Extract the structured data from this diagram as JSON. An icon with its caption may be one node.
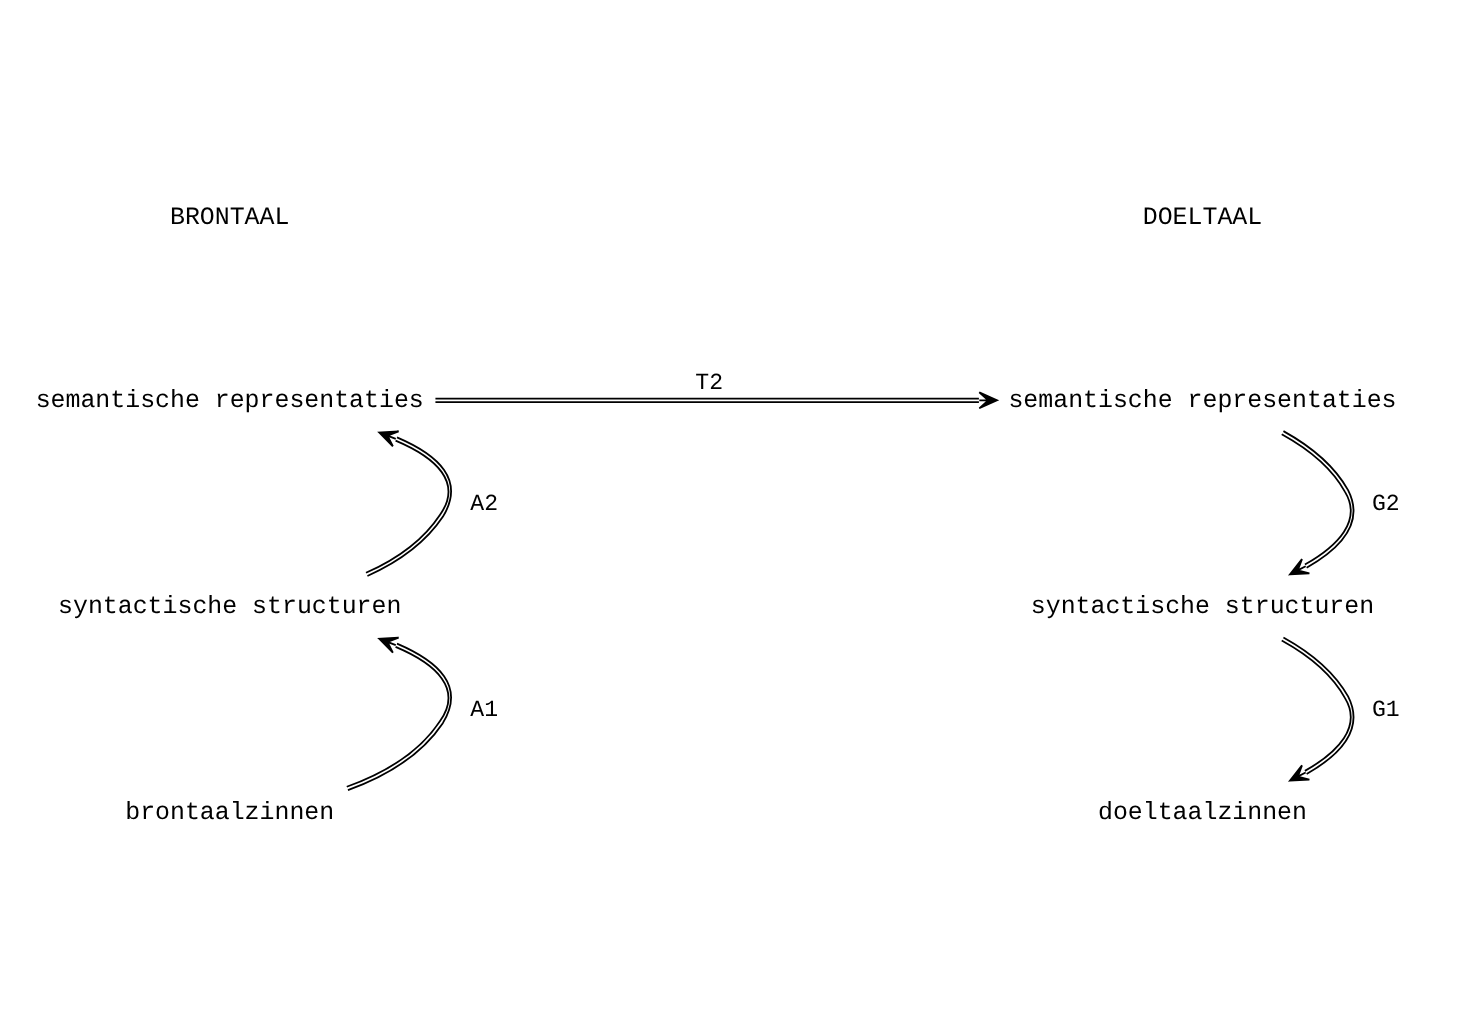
{
  "diagram": {
    "nodes": [
      {
        "text": [
          "semantische representaties"
        ]
      },
      {
        "text": [
          "syntactische structuren"
        ]
      },
      {
        "text": [
          "brontaalzinnen"
        ]
      },
      {
        "text": [
          "semantische representaties"
        ]
      },
      {
        "text": [
          "syntactische structuren"
        ]
      },
      {
        "text": [
          "doeltaalzinnen"
        ]
      }
    ],
    "edges": [
      {
        "from": 2,
        "to": 1,
        "arrow": "to",
        "label": "A1"
      },
      {
        "from": 1,
        "to": 0,
        "arrow": "to",
        "label": "A2"
      },
      {
        "from": 0,
        "to": 3,
        "arrow": "to",
        "label": "T2"
      },
      {
        "from": 3,
        "to": 4,
        "arrow": "to",
        "label": "G2"
      },
      {
        "from": 4,
        "to": 5,
        "arrow": "to",
        "label": "G1"
      }
    ],
    "labels": [
      "BRONTAAL",
      "DOELTAAL"
    ]
  }
}
